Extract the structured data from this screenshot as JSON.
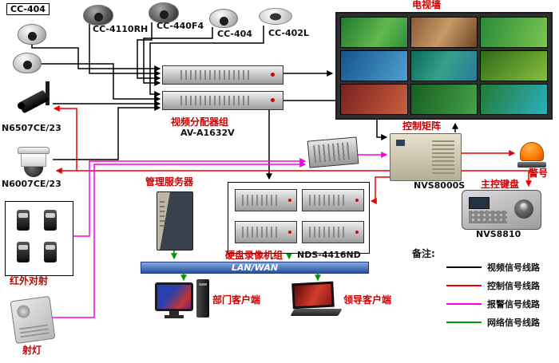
{
  "colors": {
    "video_line": "#000000",
    "control_line": "#ee0000",
    "alarm_line": "#ff00dd",
    "network_line": "#009900",
    "label_red": "#cc0000",
    "lan_bar": "#274f9e"
  },
  "cameras": {
    "boxed_label": "CC-404",
    "top": [
      "CC-4110RH",
      "CC-440F4",
      "CC-404",
      "CC-402L"
    ],
    "left": [
      "N6507CE/23",
      "N6007CE/23"
    ]
  },
  "alarm_devices": {
    "ir_label": "红外对射",
    "spotlight_label": "射灯"
  },
  "distributor": {
    "name": "视频分配器组",
    "model": "AV-A1632V"
  },
  "server": {
    "name": "管理服务器"
  },
  "dvr": {
    "name": "硬盘录像机组",
    "model": "NDS-4416ND"
  },
  "network": {
    "lan_label": "LAN/WAN",
    "dept_client": "部门客户端",
    "leader_client": "领导客户端"
  },
  "wall": {
    "name": "电视墙"
  },
  "matrix": {
    "name": "控制矩阵",
    "model": "NVS8000S"
  },
  "siren": {
    "name": "警号"
  },
  "keyboard": {
    "name": "主控键盘",
    "model": "NVS8810"
  },
  "legend": {
    "title": "备注:",
    "items": [
      {
        "label": "视频信号线路",
        "type": "video"
      },
      {
        "label": "控制信号线路",
        "type": "control"
      },
      {
        "label": "报警信号线路",
        "type": "alarm"
      },
      {
        "label": "网络信号线路",
        "type": "network"
      }
    ]
  }
}
